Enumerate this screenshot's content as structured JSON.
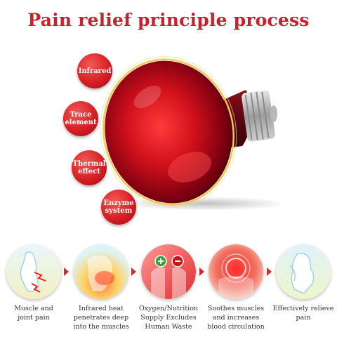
{
  "title": "Pain relief principle process",
  "bubbles": [
    {
      "label": "Infrared"
    },
    {
      "label": "Trace\nelement"
    },
    {
      "label": "Thermal\neffect"
    },
    {
      "label": "Enzyme\nsystem"
    }
  ],
  "steps": [
    {
      "caption": "Muscle and\njoint pain",
      "icon": "body-pain-icon"
    },
    {
      "caption": "Infrared heat\npenetrates deep\ninto the muscles",
      "icon": "infrared-heat-icon"
    },
    {
      "caption": "Oxygen/Nutrition\nSupply Excludes\nHuman Waste",
      "icon": "oxygen-nutrition-icon"
    },
    {
      "caption": "Soothes muscles\nand increases\nblood circulation",
      "icon": "blood-circulation-icon"
    },
    {
      "caption": "Effectively relieve\npain",
      "icon": "relief-icon"
    }
  ],
  "colors": {
    "accent": "#c8202c",
    "bubble": "#d71f24",
    "caption": "#333333"
  }
}
